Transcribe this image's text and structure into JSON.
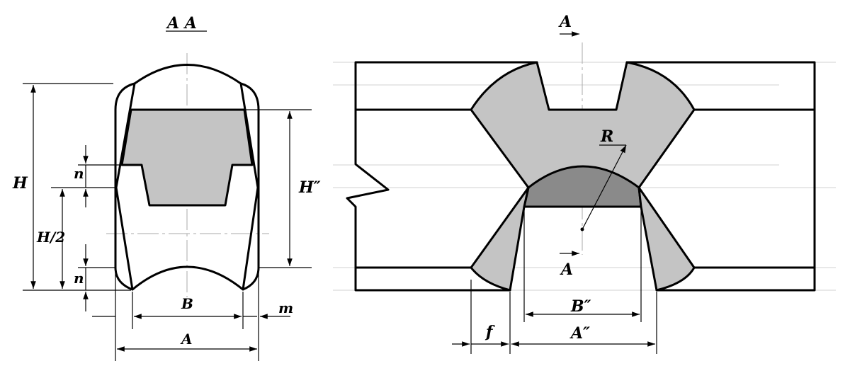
{
  "section_title": "A A",
  "left_view": {
    "labels": {
      "H": "H",
      "n_top": "n",
      "H_half": "H/2",
      "n_bottom": "n",
      "B": "B",
      "m": "m",
      "A": "A",
      "H_dd": "H″"
    }
  },
  "right_view": {
    "labels": {
      "section_mark_top": "A",
      "section_mark_bottom": "A",
      "R": "R",
      "B_dd": "B″",
      "A_dd": "A″",
      "f": "f"
    }
  },
  "colors": {
    "light_fill": "#c4c4c4",
    "dark_fill": "#8a8a8a",
    "line": "#000000",
    "background": "#ffffff"
  }
}
